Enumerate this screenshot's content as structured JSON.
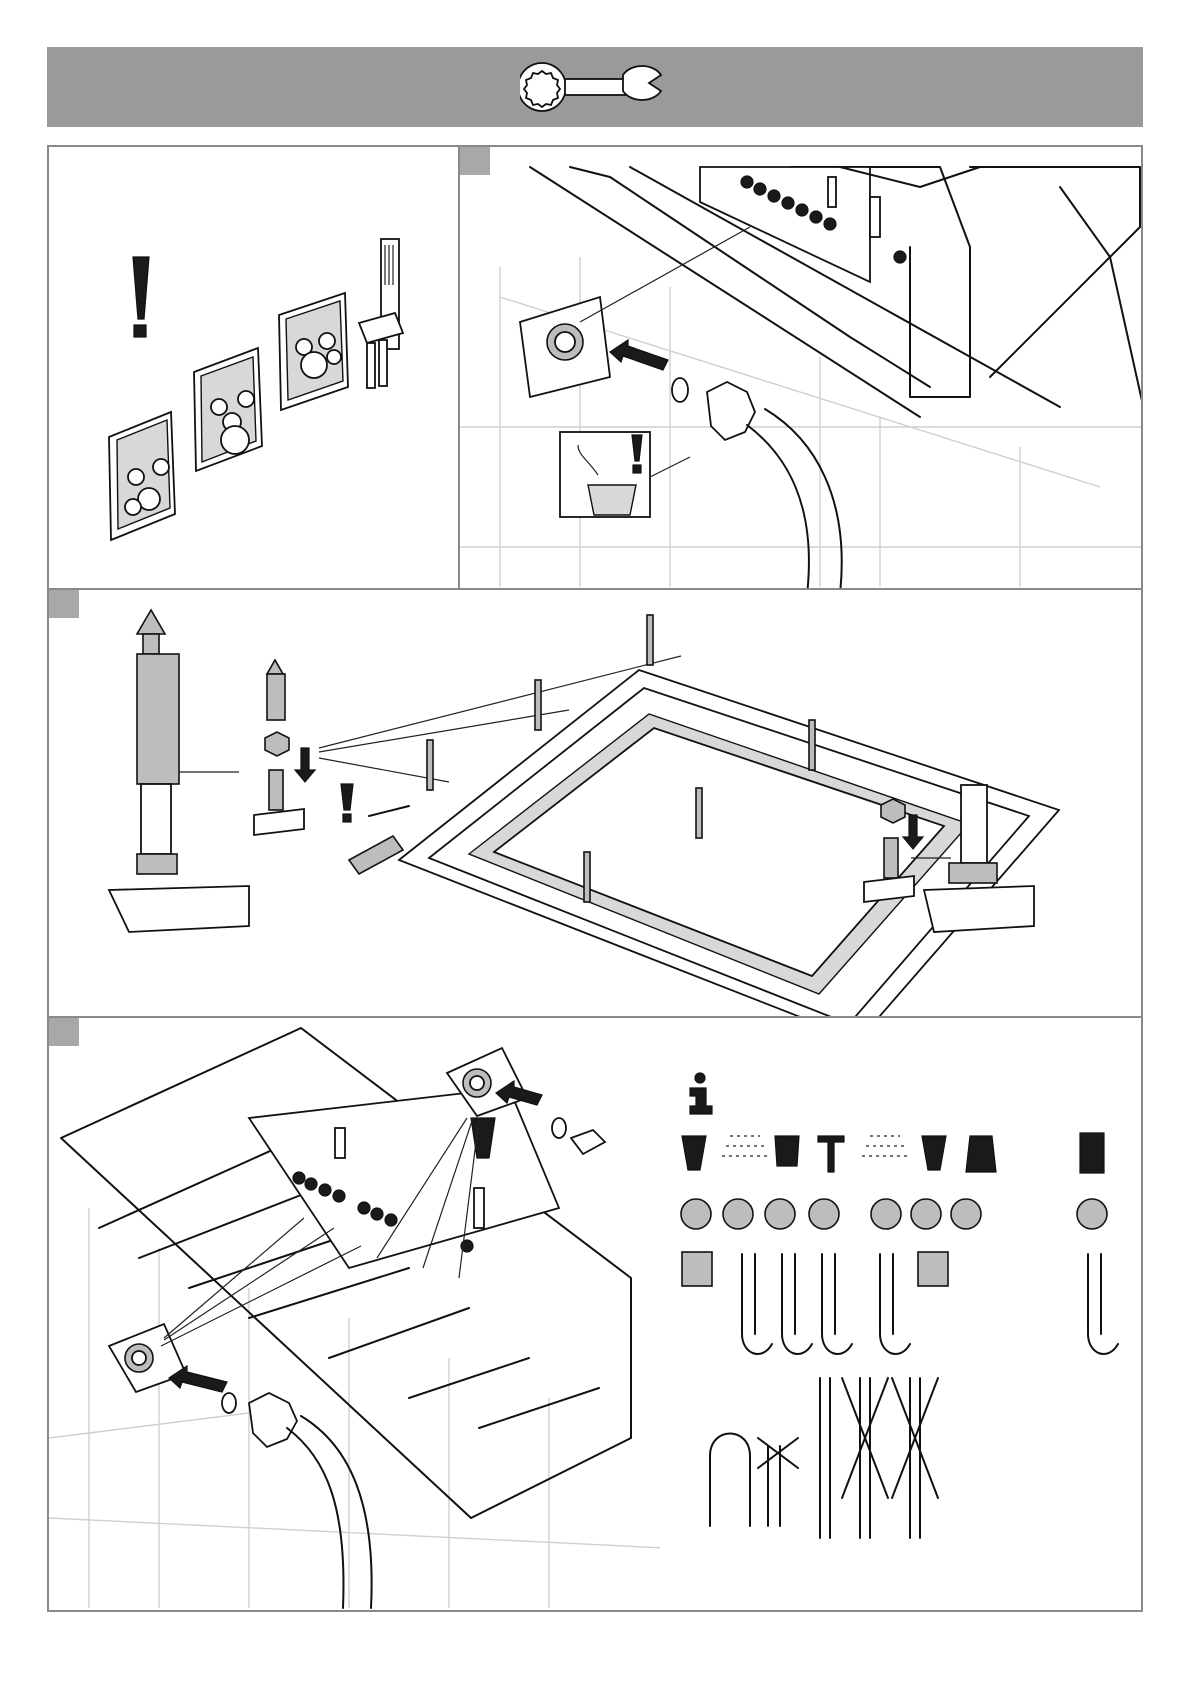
{
  "colors": {
    "header_band": "#9a9a9a",
    "step_tab": "#a8a8a8",
    "panel_border": "#8a8a8a",
    "ink": "#111111"
  },
  "icons": {
    "header": "wrench-icon",
    "warning": "exclamation-warning-icon",
    "info": "info-icon",
    "arrow": "push-arrow-icon"
  },
  "panels": {
    "p1": {
      "content": "shower-control-variants"
    },
    "p2": {
      "content": "connect-hose-flush-pipes"
    },
    "p3": {
      "content": "mount-frame-studs"
    },
    "p4": {
      "content": "connect-outlets"
    },
    "p5": {
      "content": "outlet-function-info"
    }
  }
}
